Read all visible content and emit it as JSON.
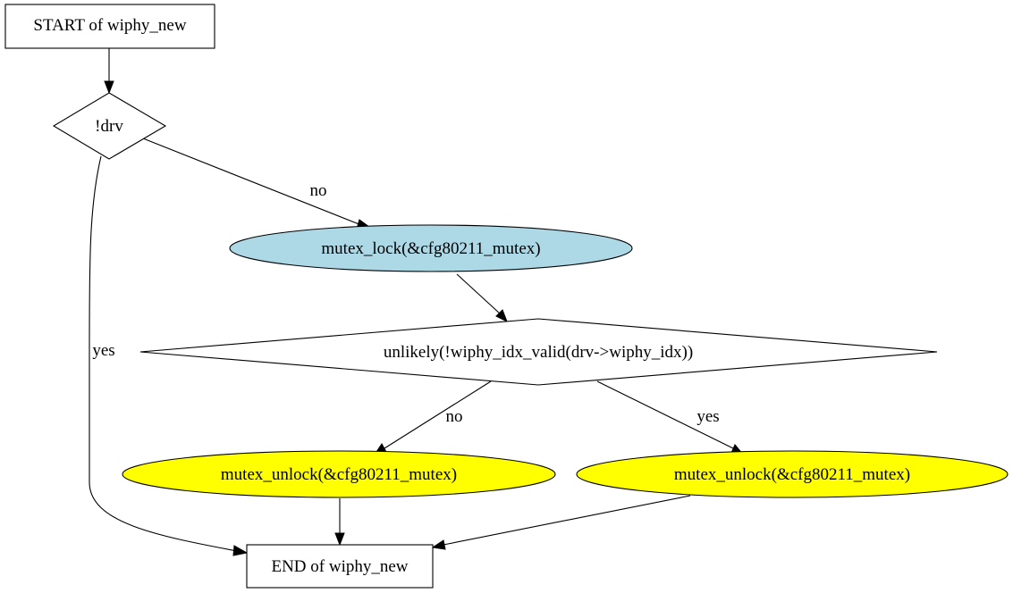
{
  "nodes": {
    "start": {
      "label": "START of wiphy_new",
      "shape": "box",
      "fill": "#ffffff"
    },
    "cond_drv": {
      "label": "!drv",
      "shape": "diamond",
      "fill": "#ffffff"
    },
    "lock": {
      "label": "mutex_lock(&cfg80211_mutex)",
      "shape": "ellipse",
      "fill": "#add8e6"
    },
    "cond_idx": {
      "label": "unlikely(!wiphy_idx_valid(drv->wiphy_idx))",
      "shape": "diamond",
      "fill": "#ffffff"
    },
    "unlock_no": {
      "label": "mutex_unlock(&cfg80211_mutex)",
      "shape": "ellipse",
      "fill": "#ffff00"
    },
    "unlock_yes": {
      "label": "mutex_unlock(&cfg80211_mutex)",
      "shape": "ellipse",
      "fill": "#ffff00"
    },
    "end": {
      "label": "END of wiphy_new",
      "shape": "box",
      "fill": "#ffffff"
    }
  },
  "edges": {
    "start_to_drv": {
      "from": "start",
      "to": "cond_drv",
      "label": ""
    },
    "drv_no": {
      "from": "cond_drv",
      "to": "lock",
      "label": "no"
    },
    "drv_yes": {
      "from": "cond_drv",
      "to": "end",
      "label": "yes"
    },
    "lock_to_idx": {
      "from": "lock",
      "to": "cond_idx",
      "label": ""
    },
    "idx_no": {
      "from": "cond_idx",
      "to": "unlock_no",
      "label": "no"
    },
    "idx_yes": {
      "from": "cond_idx",
      "to": "unlock_yes",
      "label": "yes"
    },
    "unlock_no_to_end": {
      "from": "unlock_no",
      "to": "end",
      "label": ""
    },
    "unlock_yes_to_end": {
      "from": "unlock_yes",
      "to": "end",
      "label": ""
    }
  }
}
